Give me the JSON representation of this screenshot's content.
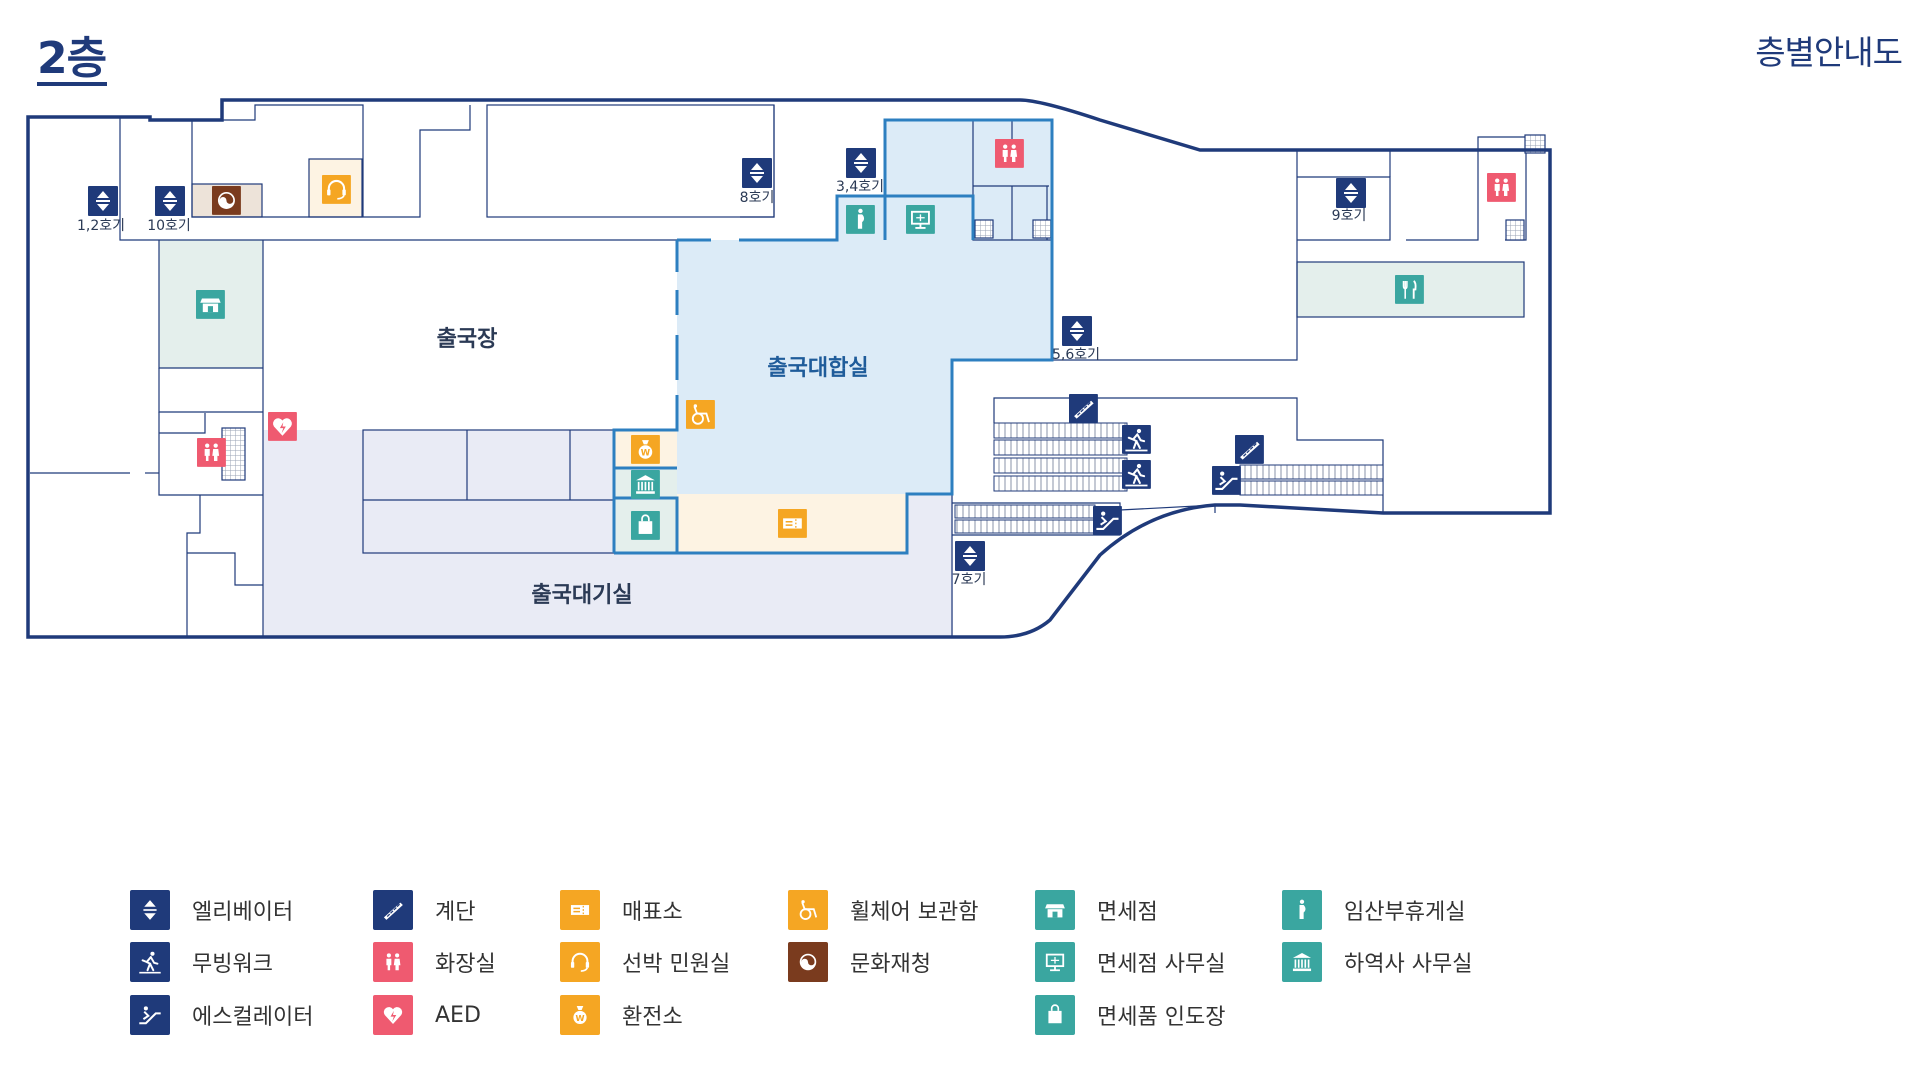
{
  "header": {
    "floor_title": "2층",
    "guide_title": "층별안내도"
  },
  "colors": {
    "navy": "#1f3a7a",
    "wall": "#1f3a7a",
    "teal": "#3aa6a0",
    "orange": "#f5a623",
    "pink": "#ef5a70",
    "brown": "#7a3b1e",
    "departure_lounge": "#dcebf7",
    "waiting": "#e9ebf5",
    "duty_free_zone": "#e4efec",
    "ticket_zone": "#fdf3e3"
  },
  "map": {
    "areas": {
      "departure": "출국장",
      "departure_lounge": "출국대합실",
      "waiting_room": "출국대기실"
    },
    "elevators": {
      "e12": "1,2호기",
      "e10": "10호기",
      "e8": "8호기",
      "e34": "3,4호기",
      "e56": "5,6호기",
      "e7": "7호기",
      "e9": "9호기"
    }
  },
  "legend": [
    {
      "label": "엘리베이터",
      "icon": "elevator-icon",
      "color": "#1f3a7a"
    },
    {
      "label": "무빙워크",
      "icon": "moving-walk-icon",
      "color": "#1f3a7a"
    },
    {
      "label": "에스컬레이터",
      "icon": "escalator-icon",
      "color": "#1f3a7a"
    },
    {
      "label": "계단",
      "icon": "stairs-icon",
      "color": "#1f3a7a"
    },
    {
      "label": "화장실",
      "icon": "restroom-icon",
      "color": "#ef5a70"
    },
    {
      "label": "AED",
      "icon": "aed-icon",
      "color": "#ef5a70"
    },
    {
      "label": "매표소",
      "icon": "ticket-icon",
      "color": "#f5a623"
    },
    {
      "label": "선박 민원실",
      "icon": "headset-icon",
      "color": "#f5a623"
    },
    {
      "label": "환전소",
      "icon": "money-bag-icon",
      "color": "#f5a623"
    },
    {
      "label": "휠체어 보관함",
      "icon": "wheelchair-icon",
      "color": "#f5a623"
    },
    {
      "label": "문화재청",
      "icon": "culture-icon",
      "color": "#7a3b1e"
    },
    {
      "label": "면세점",
      "icon": "shop-icon",
      "color": "#3aa6a0"
    },
    {
      "label": "면세점 사무실",
      "icon": "office-icon",
      "color": "#3aa6a0"
    },
    {
      "label": "면세품 인도장",
      "icon": "bag-icon",
      "color": "#3aa6a0"
    },
    {
      "label": "임산부휴게실",
      "icon": "pregnant-icon",
      "color": "#3aa6a0"
    },
    {
      "label": "하역사 사무실",
      "icon": "bank-icon",
      "color": "#3aa6a0"
    }
  ]
}
